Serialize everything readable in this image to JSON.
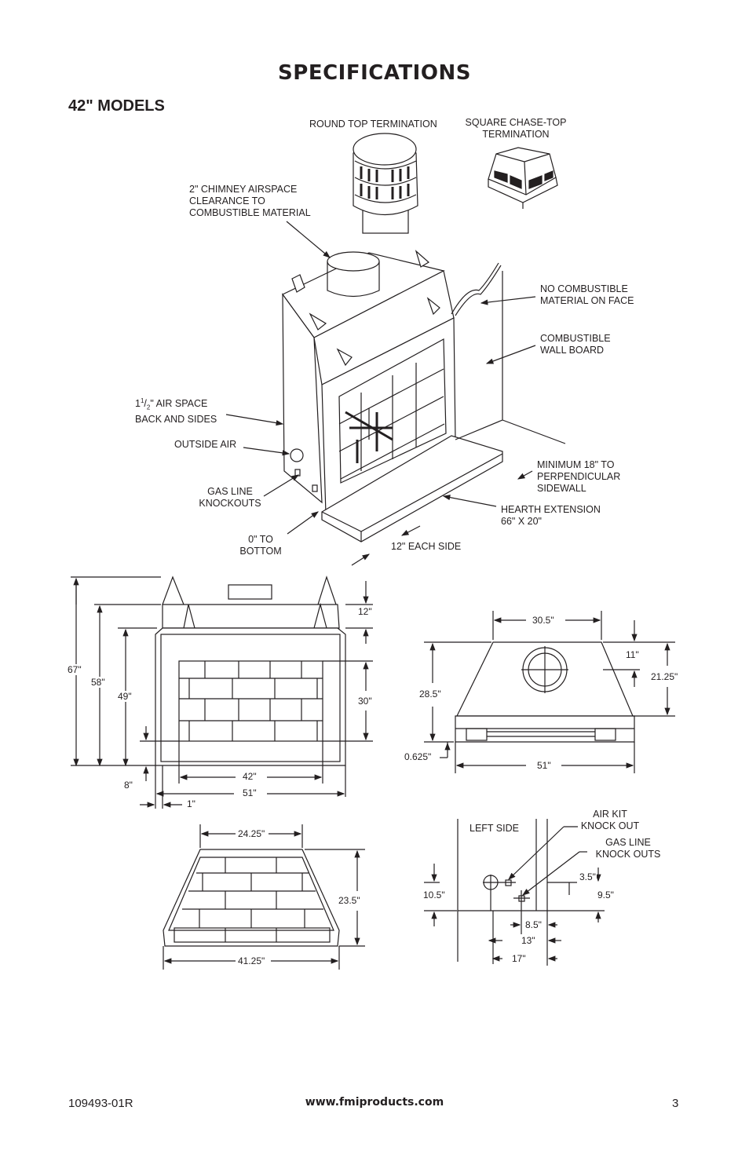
{
  "page": {
    "title": "SPECIFICATIONS",
    "subtitle": "42\" MODELS"
  },
  "callouts": {
    "round_top": "ROUND TOP TERMINATION",
    "square_top": "SQUARE CHASE-TOP\nTERMINATION",
    "chimney_clearance": "2\" CHIMNEY AIRSPACE\nCLEARANCE TO\nCOMBUSTIBLE MATERIAL",
    "no_combustible": "NO COMBUSTIBLE\nMATERIAL ON FACE",
    "combustible_wall": "COMBUSTIBLE\nWALL BOARD",
    "air_space_pre": "1",
    "air_space_frac_num": "1",
    "air_space_frac_den": "2",
    "air_space_post": "\" AIR SPACE",
    "air_space_line2": "BACK AND SIDES",
    "outside_air": "OUTSIDE AIR",
    "gas_knockouts": "GAS LINE\nKNOCKOUTS",
    "min_18": "MINIMUM 18\" TO\nPERPENDICULAR\nSIDEWALL",
    "hearth_ext": "HEARTH EXTENSION\n66\" X 20\"",
    "zero_bottom": "0\" TO\nBOTTOM",
    "each_side": "12\" EACH SIDE"
  },
  "front_view": {
    "h67": "67\"",
    "h58": "58\"",
    "h49": "49\"",
    "h8": "8\"",
    "h12": "12\"",
    "h30": "30\"",
    "w42": "42\"",
    "w51": "51\"",
    "w1": "1\""
  },
  "top_view": {
    "w30_5": "30.5\"",
    "h11": "11\"",
    "h21_25": "21.25\"",
    "h28_5": "28.5\"",
    "h0_625": "0.625\"",
    "w51": "51\""
  },
  "firebox_view": {
    "w24_25": "24.25\"",
    "h23_5": "23.5\"",
    "w41_25": "41.25\""
  },
  "side_view": {
    "left_side": "LEFT SIDE",
    "air_kit": "AIR KIT\nKNOCK OUT",
    "gas_line": "GAS LINE\nKNOCK OUTS",
    "h10_5": "10.5\"",
    "h3_5": "3.5\"",
    "h9_5": "9.5\"",
    "w8_5": "8.5\"",
    "w13": "13\"",
    "w17": "17\""
  },
  "footer": {
    "doc_number": "109493-01R",
    "website": "www.fmiproducts.com",
    "page_number": "3"
  }
}
